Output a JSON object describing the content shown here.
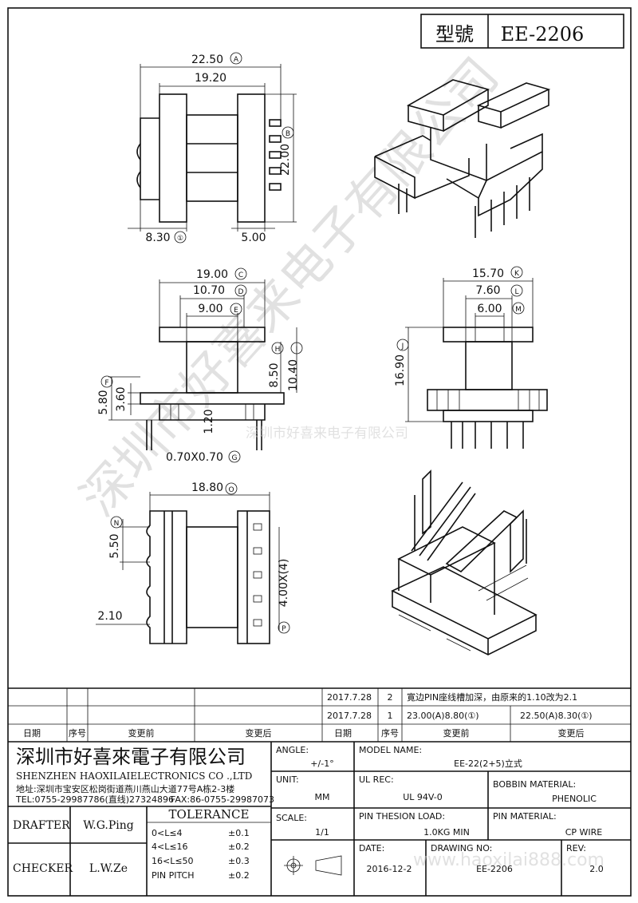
{
  "header": {
    "model_label": "型號",
    "model_value": "EE-2206"
  },
  "dimensions": {
    "top_view": {
      "overall": "22.50",
      "overall_tag": "A",
      "inner": "19.20",
      "height": "22.00",
      "height_tag": "B",
      "left": "8.30",
      "left_tag": "①",
      "right": "5.00"
    },
    "front_view": {
      "d1": "19.00",
      "d1_tag": "C",
      "d2": "10.70",
      "d2_tag": "D",
      "d3": "9.00",
      "d3_tag": "E",
      "h1": "8.50",
      "h1_tag": "H",
      "h2": "10.40",
      "h2_tag": "I",
      "h3": "5.80",
      "h3_tag": "F",
      "h4": "3.60",
      "pin_len": "1.20",
      "pin_sq": "0.70X0.70",
      "pin_sq_tag": "G"
    },
    "side_view": {
      "d1": "15.70",
      "d1_tag": "K",
      "d2": "7.60",
      "d2_tag": "L",
      "d3": "6.00",
      "d3_tag": "M",
      "h": "16.90",
      "h_tag": "J"
    },
    "bottom_view": {
      "w": "18.80",
      "w_tag": "O",
      "pitch": "5.50",
      "pitch_tag": "N",
      "edge": "2.10",
      "spacing": "4.00X(4)",
      "spacing_tag": "P"
    }
  },
  "watermark": {
    "text": "深圳市好喜来电子有限公司",
    "site": "www.haoxilai888.com"
  },
  "revisions": [
    {
      "date": "2017.7.28",
      "no": "2",
      "before": "寛边PIN座线槽加深，由原来的1.10改为2.1",
      "after": ""
    },
    {
      "date": "2017.7.28",
      "no": "1",
      "before": "23.00(A)8.80(①)",
      "after": "22.50(A)8.30(①)"
    }
  ],
  "revision_headers": {
    "date": "日期",
    "no": "序号",
    "before": "变更前",
    "after": "变更后",
    "date2": "日期",
    "no2": "序号",
    "before2": "变更前",
    "after2": "变更后"
  },
  "company": {
    "name_cn": "深圳市好喜來電子有限公司",
    "name_en": "SHENZHEN HAOXILAIELECTRONICS CO .,LTD",
    "address": "地址:深圳市宝安区松岗街道燕川燕山大道77号A栋2-3楼",
    "tel": "TEL:0755-29987786(直线)27324896",
    "fax": "FAX:86-0755-29987073"
  },
  "title_block": {
    "angle_label": "ANGLE:",
    "angle_value": "+/-1°",
    "model_label": "MODEL NAME:",
    "model_value": "EE-22(2+5)立式",
    "unit_label": "UNIT:",
    "unit_value": "MM",
    "ul_label": "UL REC:",
    "ul_value": "UL 94V-0",
    "bobbin_label": "BOBBIN MATERIAL:",
    "bobbin_value": "PHENOLIC",
    "drafter_label": "DRAFTER",
    "drafter_value": "W.G.Ping",
    "tolerance_label": "TOLERANCE",
    "tolerances": [
      {
        "range": "0<L≤4",
        "value": "±0.1"
      },
      {
        "range": "4<L≤16",
        "value": "±0.2"
      },
      {
        "range": "16<L≤50",
        "value": "±0.3"
      },
      {
        "range": "PIN PITCH",
        "value": "±0.2"
      }
    ],
    "scale_label": "SCALE:",
    "scale_value": "1/1",
    "pin_load_label": "PIN THESION LOAD:",
    "pin_load_value": "1.0KG MIN",
    "pin_material_label": "PIN MATERIAL:",
    "pin_material_value": "CP  WIRE",
    "checker_label": "CHECKER",
    "checker_value": "L.W.Ze",
    "date_label": "DATE:",
    "date_value": "2016-12-2",
    "drawing_label": "DRAWING NO:",
    "drawing_value": "EE-2206",
    "rev_label": "REV:",
    "rev_value": "2.0"
  }
}
